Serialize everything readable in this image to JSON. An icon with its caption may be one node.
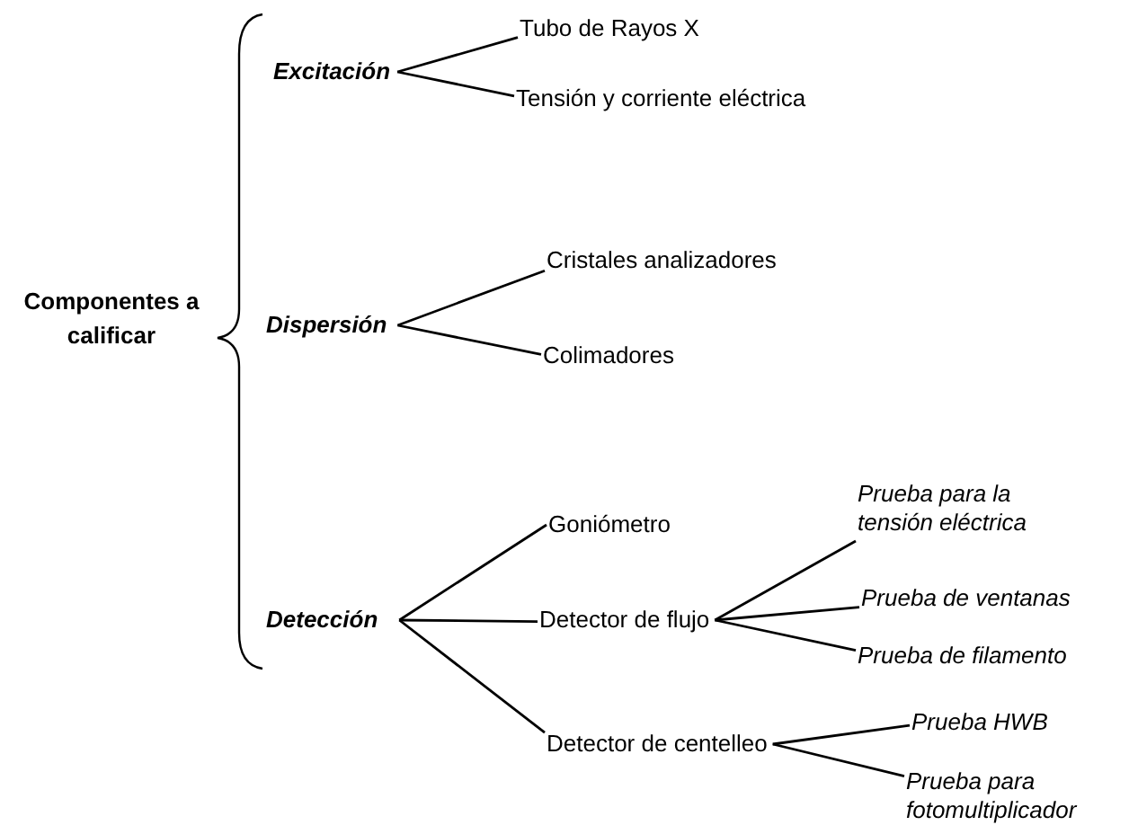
{
  "diagram": {
    "nodes": [
      {
        "text": [
          "Componentes a calificar"
        ]
      },
      {
        "text": [
          "Excitación"
        ]
      },
      {
        "text": [
          "Tubo de Rayos X"
        ]
      },
      {
        "text": [
          "Tensión y corriente eléctrica"
        ]
      },
      {
        "text": [
          "Dispersión"
        ]
      },
      {
        "text": [
          "Cristales analizadores"
        ]
      },
      {
        "text": [
          "Colimadores"
        ]
      },
      {
        "text": [
          "Detección"
        ]
      },
      {
        "text": [
          "Goniómetro"
        ]
      },
      {
        "text": [
          "Detector de flujo"
        ]
      },
      {
        "text": [
          "Detector de centelleo"
        ]
      },
      {
        "text": [
          "Prueba para la tensión eléctrica"
        ]
      },
      {
        "text": [
          "Prueba de ventanas"
        ]
      },
      {
        "text": [
          "Prueba de filamento"
        ]
      },
      {
        "text": [
          "Prueba HWB"
        ]
      },
      {
        "text": [
          "Prueba para fotomultiplicador"
        ]
      }
    ],
    "edges": [
      {
        "from": 1,
        "to": 2,
        "arrow": "none"
      },
      {
        "from": 1,
        "to": 3,
        "arrow": "none"
      },
      {
        "from": 4,
        "to": 5,
        "arrow": "none"
      },
      {
        "from": 4,
        "to": 6,
        "arrow": "none"
      },
      {
        "from": 7,
        "to": 8,
        "arrow": "none"
      },
      {
        "from": 7,
        "to": 9,
        "arrow": "none"
      },
      {
        "from": 7,
        "to": 10,
        "arrow": "none"
      },
      {
        "from": 9,
        "to": 11,
        "arrow": "none"
      },
      {
        "from": 9,
        "to": 12,
        "arrow": "none"
      },
      {
        "from": 9,
        "to": 13,
        "arrow": "none"
      },
      {
        "from": 10,
        "to": 14,
        "arrow": "none"
      },
      {
        "from": 10,
        "to": 15,
        "arrow": "none"
      }
    ]
  }
}
